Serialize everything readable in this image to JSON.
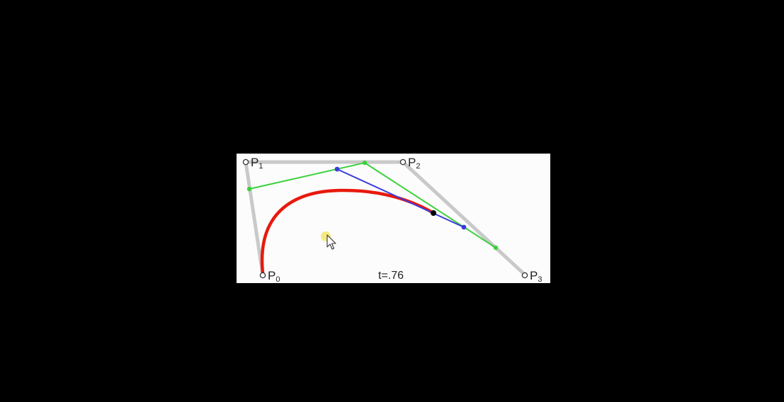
{
  "colors": {
    "background": "#000000",
    "panel": "#fcfcfc",
    "control_polygon": "#c9c9c9",
    "first_level": "#3ed13e",
    "second_level": "#3b3bdc",
    "curve": "#e8190e",
    "point": "#000000",
    "cursor_highlight": "#f3e45a"
  },
  "labels": {
    "p0": {
      "letter": "P",
      "index": "0"
    },
    "p1": {
      "letter": "P",
      "index": "1"
    },
    "p2": {
      "letter": "P",
      "index": "2"
    },
    "p3": {
      "letter": "P",
      "index": "3"
    }
  },
  "t_label": "t=.76",
  "t_value": 0.76,
  "cursor_icon": "arrow-pointer-icon"
}
